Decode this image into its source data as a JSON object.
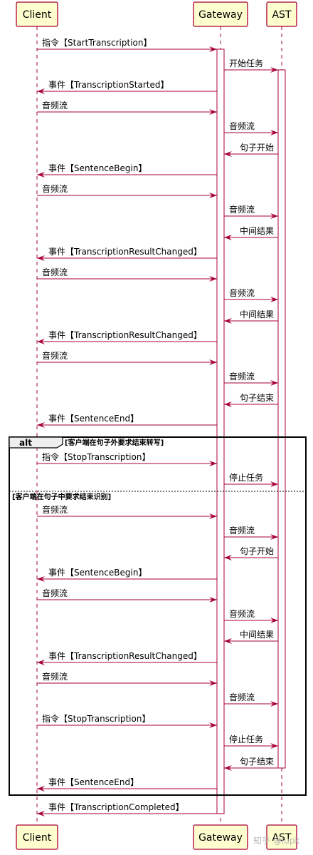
{
  "participants": [
    {
      "id": "client",
      "label": "Client"
    },
    {
      "id": "gateway",
      "label": "Gateway"
    },
    {
      "id": "ast",
      "label": "AST"
    }
  ],
  "messages": [
    {
      "from": "client",
      "to": "gateway",
      "text": "指令【StartTranscription】"
    },
    {
      "from": "gateway",
      "to": "ast",
      "text": "开始任务"
    },
    {
      "from": "gateway",
      "to": "client",
      "text": "事件【TranscriptionStarted】"
    },
    {
      "from": "client",
      "to": "gateway",
      "text": "音频流"
    },
    {
      "from": "gateway",
      "to": "ast",
      "text": "音频流"
    },
    {
      "from": "ast",
      "to": "gateway",
      "text": "句子开始"
    },
    {
      "from": "gateway",
      "to": "client",
      "text": "事件【SentenceBegin】"
    },
    {
      "from": "client",
      "to": "gateway",
      "text": "音频流"
    },
    {
      "from": "gateway",
      "to": "ast",
      "text": "音频流"
    },
    {
      "from": "ast",
      "to": "gateway",
      "text": "中间结果"
    },
    {
      "from": "gateway",
      "to": "client",
      "text": "事件【TranscriptionResultChanged】"
    },
    {
      "from": "client",
      "to": "gateway",
      "text": "音频流"
    },
    {
      "from": "gateway",
      "to": "ast",
      "text": "音频流"
    },
    {
      "from": "ast",
      "to": "gateway",
      "text": "中间结果"
    },
    {
      "from": "gateway",
      "to": "client",
      "text": "事件【TranscriptionResultChanged】"
    },
    {
      "from": "client",
      "to": "gateway",
      "text": "音频流"
    },
    {
      "from": "gateway",
      "to": "ast",
      "text": "音频流"
    },
    {
      "from": "ast",
      "to": "gateway",
      "text": "句子结束"
    },
    {
      "from": "gateway",
      "to": "client",
      "text": "事件【SentenceEnd】"
    },
    {
      "from": "client",
      "to": "gateway",
      "text": "指令【StopTranscription】"
    },
    {
      "from": "gateway",
      "to": "ast",
      "text": "停止任务"
    },
    {
      "from": "client",
      "to": "gateway",
      "text": "音频流"
    },
    {
      "from": "gateway",
      "to": "ast",
      "text": "音频流"
    },
    {
      "from": "ast",
      "to": "gateway",
      "text": "句子开始"
    },
    {
      "from": "gateway",
      "to": "client",
      "text": "事件【SentenceBegin】"
    },
    {
      "from": "client",
      "to": "gateway",
      "text": "音频流"
    },
    {
      "from": "gateway",
      "to": "ast",
      "text": "音频流"
    },
    {
      "from": "ast",
      "to": "gateway",
      "text": "中间结果"
    },
    {
      "from": "gateway",
      "to": "client",
      "text": "事件【TranscriptionResultChanged】"
    },
    {
      "from": "client",
      "to": "gateway",
      "text": "音频流"
    },
    {
      "from": "gateway",
      "to": "ast",
      "text": "音频流"
    },
    {
      "from": "client",
      "to": "gateway",
      "text": "指令【StopTranscription】"
    },
    {
      "from": "gateway",
      "to": "ast",
      "text": "停止任务"
    },
    {
      "from": "ast",
      "to": "gateway",
      "text": "句子结束"
    },
    {
      "from": "gateway",
      "to": "client",
      "text": "事件【SentenceEnd】"
    },
    {
      "from": "gateway",
      "to": "client",
      "text": "事件【TranscriptionCompleted】"
    }
  ],
  "alt_frame": {
    "label": "alt",
    "guard_1": "[客户端在句子外要求结束转写]",
    "guard_2": "[客户端在句子中要求结束识别]"
  },
  "watermark": "知乎 @lupk",
  "colors": {
    "line": "#A80036",
    "participant_fill": "#FEFECE"
  }
}
